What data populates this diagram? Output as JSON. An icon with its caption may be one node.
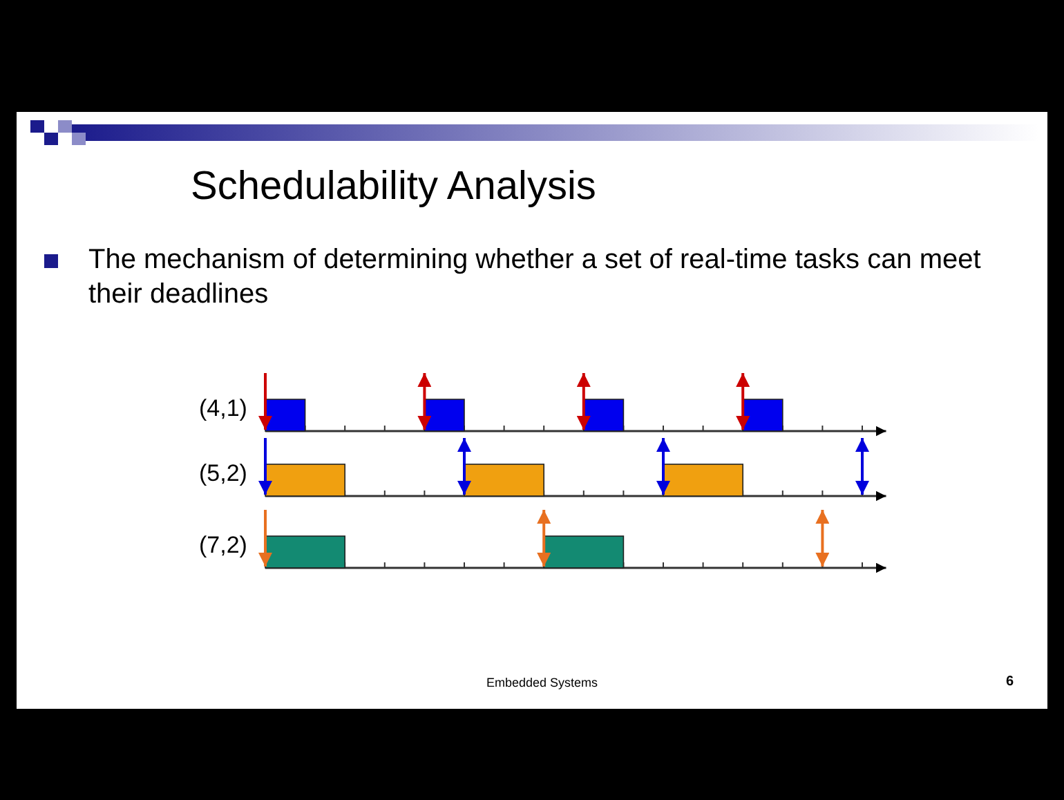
{
  "diagram": {
    "title": "Schedulability Analysis",
    "labels": [
      "The mechanism of determining whether a set of real-time tasks can meet their deadlines",
      "(4,1)",
      "(5,2)",
      "(7,2)",
      "Embedded Systems",
      "6"
    ]
  }
}
